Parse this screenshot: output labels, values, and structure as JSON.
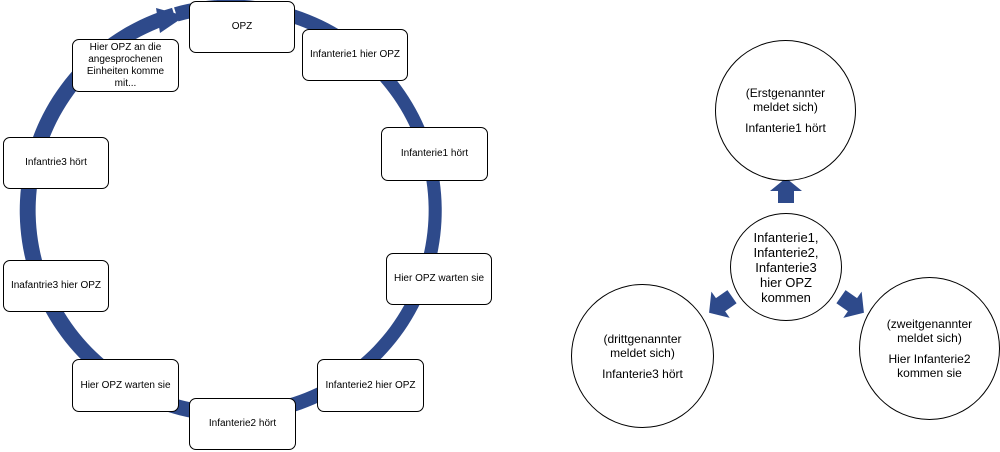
{
  "cycle": {
    "steps": [
      "OPZ",
      "Infanterie1 hier OPZ",
      "Infanterie1 hört",
      "Hier OPZ warten sie",
      "Infanterie2 hier OPZ",
      "Infanterie2 hört",
      "Hier OPZ warten sie",
      "Inafantrie3 hier OPZ",
      "Infantrie3 hört",
      "Hier OPZ an die angesprochenen Einheiten komme mit..."
    ],
    "ring_color": "#2E4A8B"
  },
  "radial": {
    "hub": [
      "Infanterie1,",
      "Infanterie2,",
      "Infanterie3",
      "hier OPZ",
      "kommen"
    ],
    "top": {
      "sub": [
        "(Erstgenannter",
        "meldet sich)"
      ],
      "main": [
        "Infanterie1 hört"
      ]
    },
    "right": {
      "sub": [
        "(zweitgenannter",
        "meldet sich)"
      ],
      "main": [
        "Hier Infanterie2",
        "kommen sie"
      ]
    },
    "left": {
      "sub": [
        "(drittgenannter",
        "meldet sich)"
      ],
      "main": [
        "Infanterie3 hört"
      ]
    },
    "arrow_color": "#2E4A8B"
  }
}
